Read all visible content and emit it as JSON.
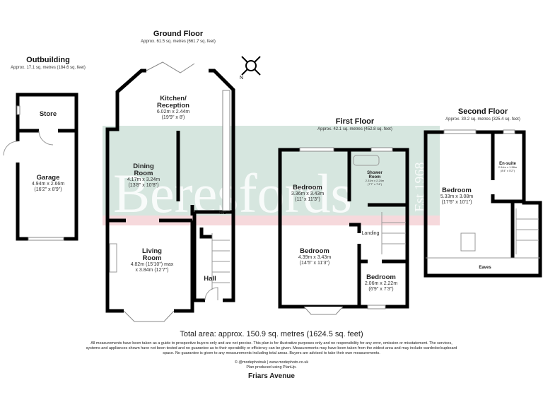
{
  "watermark": {
    "brand": "Beresfords",
    "est": "Est 1968",
    "band_color": "#d6e6df",
    "pink_color": "#f6d9dc"
  },
  "floors": {
    "outbuilding": {
      "title": "Outbuilding",
      "area": "Approx. 17.1 sq. metres (184.6 sq. feet)"
    },
    "ground": {
      "title": "Ground Floor",
      "area": "Approx. 61.5 sq. metres (661.7 sq. feet)"
    },
    "first": {
      "title": "First Floor",
      "area": "Approx. 42.1 sq. metres (452.8 sq. feet)"
    },
    "second": {
      "title": "Second Floor",
      "area": "Approx. 30.2 sq. metres (325.4 sq. feet)"
    }
  },
  "rooms": {
    "store": {
      "name": "Store"
    },
    "garage": {
      "name": "Garage",
      "m": "4.94m x 2.66m",
      "ft": "(16'2\" x 8'9\")"
    },
    "kitchen": {
      "name1": "Kitchen/",
      "name2": "Reception",
      "m": "6.02m x 2.44m",
      "ft": "(19'9\" x 8')"
    },
    "dining": {
      "name1": "Dining",
      "name2": "Room",
      "m": "4.17m x 3.24m",
      "ft": "(13'8\" x 10'8\")"
    },
    "wc": {
      "name": "WC"
    },
    "living": {
      "name1": "Living",
      "name2": "Room",
      "m": "4.82m (15'10\") max",
      "ft": "x 3.84m (12'7\")"
    },
    "hall": {
      "name": "Hall"
    },
    "bedroom1": {
      "name": "Bedroom",
      "m": "3.36m x 3.43m",
      "ft": "(11' x 11'3\")"
    },
    "shower": {
      "name1": "Shower",
      "name2": "Room",
      "m": "2.31m x 2.24m",
      "ft": "(7'7\" x 7'4\")"
    },
    "landing": {
      "name": "Landing"
    },
    "bedroom2": {
      "name": "Bedroom",
      "m": "4.39m x 3.43m",
      "ft": "(14'5\" x 11'3\")"
    },
    "bedroom3": {
      "name": "Bedroom",
      "m": "2.06m x 2.22m",
      "ft": "(6'9\" x 7'3\")"
    },
    "bedroom4": {
      "name": "Bedroom",
      "m": "5.33m x 3.08m",
      "ft": "(17'6\" x 10'1\")"
    },
    "ensuite": {
      "name": "En-suite",
      "m": "2.54m x 1.58m",
      "ft": "(8'4\" x 5'2\")"
    },
    "eaves": {
      "name": "Eaves"
    }
  },
  "compass": {
    "label": "N"
  },
  "footer": {
    "total": "Total area: approx. 150.9 sq. metres (1624.5 sq. feet)",
    "disclaimer": "All measurements have been taken as a guide to prospective buyers only and are not precise. This plan is for illustrative purposes only and no responsibility for any error, omission or misstatement. The services, systems and appliances shown have not been tested and no guarantee as to their operability or efficiency can be given. Measurements may have been taken from the widest area and may include wardrobe/cupboard space. No guarantee is given to any measurements including total areas. Buyers are advised to take their own measurements.",
    "credit1": "© @modephotouk | www.modephoto.co.uk",
    "credit2": "Plan produced using PlanUp.",
    "address": "Friars Avenue"
  }
}
